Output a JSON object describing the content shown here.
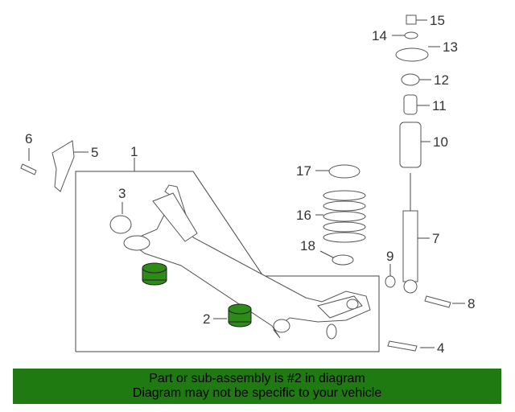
{
  "diagram": {
    "callouts": [
      "1",
      "2",
      "3",
      "4",
      "5",
      "6",
      "7",
      "8",
      "9",
      "10",
      "11",
      "12",
      "13",
      "14",
      "15",
      "16",
      "17",
      "18"
    ],
    "highlight_color": "#2e8b1a"
  },
  "banner": {
    "line1": "Part or sub-assembly is #2 in diagram",
    "line2": "Diagram may not be specific to your vehicle",
    "background": "#1f7a12"
  }
}
